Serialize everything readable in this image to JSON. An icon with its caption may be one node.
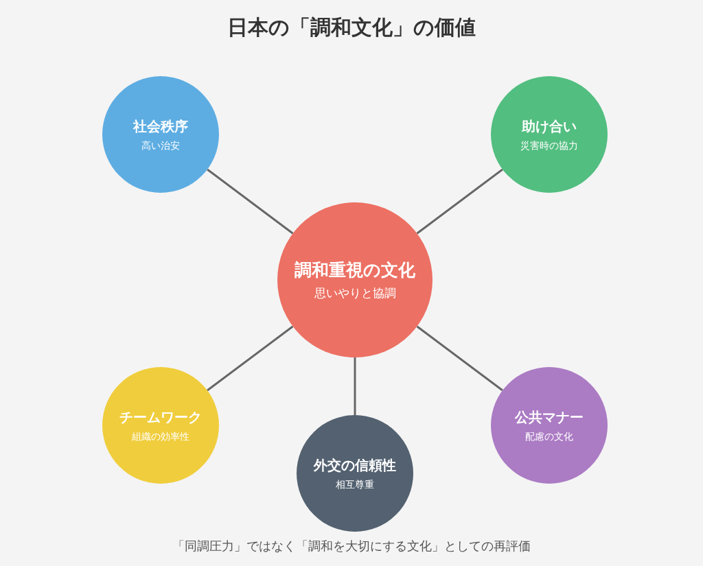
{
  "diagram": {
    "title": "日本の「調和文化」の価値",
    "caption": "「同調圧力」ではなく「調和を大切にする文化」としての再評価",
    "nodes": [
      {
        "text": [
          "社会秩序",
          "高い治安"
        ]
      },
      {
        "text": [
          "助け合い",
          "災害時の協力"
        ]
      },
      {
        "text": [
          "調和重視の文化",
          "思いやりと協調"
        ]
      },
      {
        "text": [
          "チームワーク",
          "組織の効率性"
        ]
      },
      {
        "text": [
          "外交の信頼性",
          "相互尊重"
        ]
      },
      {
        "text": [
          "公共マナー",
          "配慮の文化"
        ]
      }
    ],
    "edges": [
      {
        "from": 2,
        "to": 0,
        "arrow": "none"
      },
      {
        "from": 2,
        "to": 1,
        "arrow": "none"
      },
      {
        "from": 2,
        "to": 3,
        "arrow": "none"
      },
      {
        "from": 2,
        "to": 4,
        "arrow": "none"
      },
      {
        "from": 2,
        "to": 5,
        "arrow": "none"
      }
    ]
  }
}
